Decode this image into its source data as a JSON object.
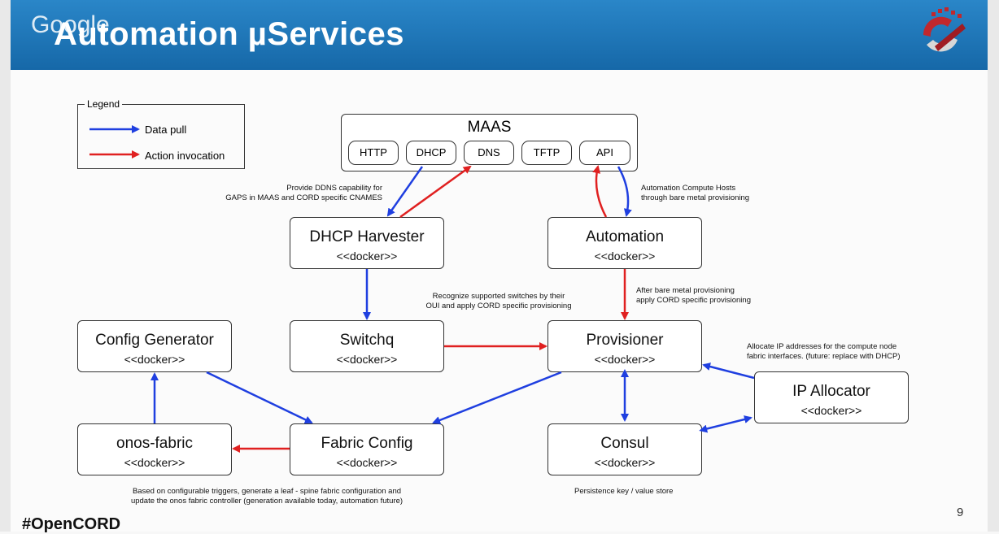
{
  "slide": {
    "title": "Automation µServices",
    "watermark": "Google",
    "hashtag": "#OpenCORD",
    "page_number": "9"
  },
  "legend": {
    "title": "Legend",
    "data_pull": "Data pull",
    "action_invocation": "Action invocation"
  },
  "maas": {
    "title": "MAAS",
    "protocols": [
      "HTTP",
      "DHCP",
      "DNS",
      "TFTP",
      "API"
    ]
  },
  "boxes": {
    "dhcp_harvester": {
      "name": "DHCP Harvester",
      "sub": "<<docker>>"
    },
    "automation": {
      "name": "Automation",
      "sub": "<<docker>>"
    },
    "config_generator": {
      "name": "Config Generator",
      "sub": "<<docker>>"
    },
    "switchq": {
      "name": "Switchq",
      "sub": "<<docker>>"
    },
    "provisioner": {
      "name": "Provisioner",
      "sub": "<<docker>>"
    },
    "ip_allocator": {
      "name": "IP Allocator",
      "sub": "<<docker>>"
    },
    "onos_fabric": {
      "name": "onos-fabric",
      "sub": "<<docker>>"
    },
    "fabric_config": {
      "name": "Fabric Config",
      "sub": "<<docker>>"
    },
    "consul": {
      "name": "Consul",
      "sub": "<<docker>>"
    }
  },
  "notes": {
    "ddns_1": "Provide DDNS capability for",
    "ddns_2": "GAPS in MAAS and CORD specific CNAMES",
    "compute_1": "Automation Compute Hosts",
    "compute_2": "through bare metal provisioning",
    "switches_1": "Recognize supported switches by their",
    "switches_2": "OUI and apply CORD specific provisioning",
    "baremetal_1": "After bare metal provisioning",
    "baremetal_2": "apply CORD specific provisioning",
    "ip_1": "Allocate IP addresses for the compute node",
    "ip_2": "fabric interfaces. (future: replace with DHCP)",
    "fabric_1": "Based on configurable triggers, generate a leaf - spine fabric configuration and",
    "fabric_2": "update the onos fabric controller (generation available today, automation future)",
    "consul_1": "Persistence key / value store"
  },
  "colors": {
    "data_pull": "#1f3fe0",
    "action_invocation": "#e02020",
    "header": "#1d74b8"
  }
}
